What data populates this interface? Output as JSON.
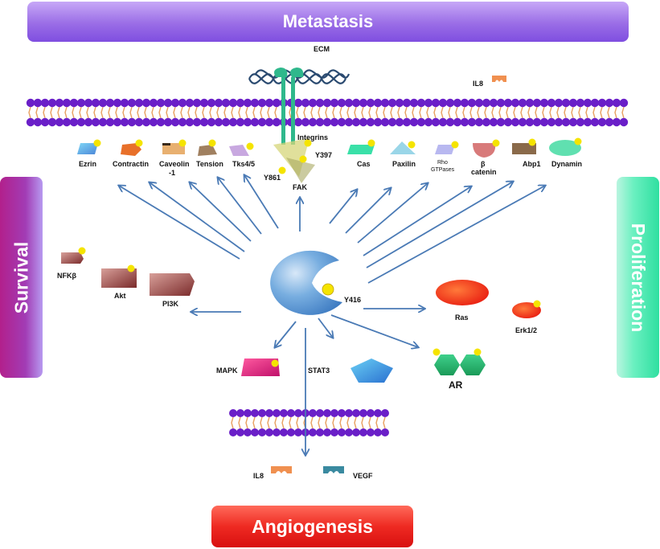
{
  "banners": {
    "top": "Metastasis",
    "bottom": "Angiogenesis",
    "left": "Survival",
    "right": "Proliferation"
  },
  "labels": {
    "ecm": "ECM",
    "il8_top": "IL8",
    "integrins": "Integrins",
    "y397": "Y397",
    "y861": "Y861",
    "fak": "FAK",
    "y416": "Y416",
    "ezrin": "Ezrin",
    "contractin": "Contractin",
    "caveolin_1": "Caveolin",
    "caveolin_2": "-1",
    "tension": "Tension",
    "tks": "Tks4/5",
    "cas": "Cas",
    "paxilin": "Paxilin",
    "rho_1": "Rho",
    "rho_2": "GTPases",
    "beta_1": "β",
    "beta_2": "catenin",
    "abp1": "Abp1",
    "dynamin": "Dynamin",
    "nfkb": "NFKβ",
    "akt": "Akt",
    "pi3k": "PI3K",
    "ras": "Ras",
    "erk": "Erk1/2",
    "mapk": "MAPK",
    "stat3": "STAT3",
    "ar": "AR",
    "il8_bottom": "IL8",
    "vegf": "VEGF"
  },
  "colors": {
    "arrow": "#4a7ab5",
    "membrane_head": "#6a1fc8",
    "membrane_tail": "#e8a060",
    "src": "#4a8fd0",
    "phospho": "#f5e400",
    "integrin": "#2fb88c",
    "top_banner": "#9a6de6",
    "bottom_banner": "#ee2a22",
    "left_banner": "#b2208c",
    "right_banner": "#4ae8b0"
  },
  "icons": {
    "src_kinase": "src-kinase-icon",
    "integrin": "integrin-receptor-icon",
    "ecm": "ecm-fiber-icon",
    "membrane": "lipid-bilayer-icon",
    "phosphate": "phosphate-dot-icon"
  }
}
